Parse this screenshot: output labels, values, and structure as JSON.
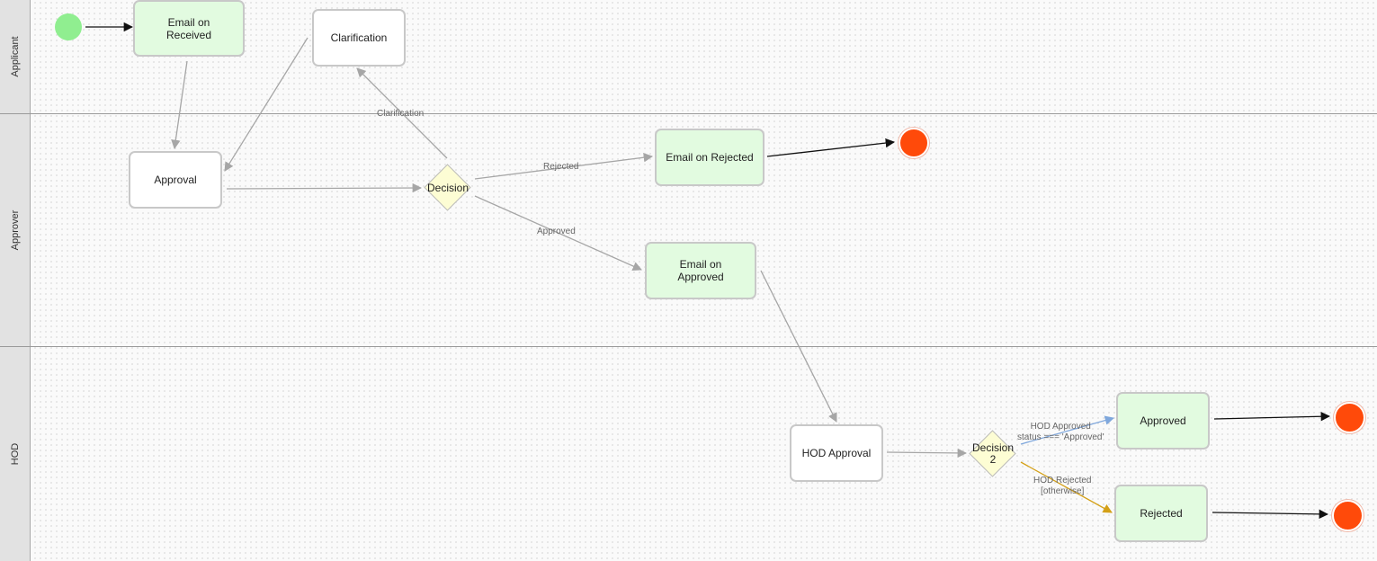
{
  "lanes": [
    {
      "id": "applicant",
      "label": "Applicant"
    },
    {
      "id": "approver",
      "label": "Approver"
    },
    {
      "id": "hod",
      "label": "HOD"
    }
  ],
  "nodes": {
    "email_received": "Email on\nReceived",
    "clarification": "Clarification",
    "approval": "Approval",
    "decision": "Decision",
    "email_rejected": "Email on Rejected",
    "email_approved": "Email on\nApproved",
    "hod_approval": "HOD Approval",
    "decision2": "Decision\n2",
    "approved": "Approved",
    "rejected": "Rejected"
  },
  "edge_labels": {
    "clarification": "Clarification",
    "rejected": "Rejected",
    "approved": "Approved",
    "hod_approved": "HOD Approved\nstatus === 'Approved'",
    "hod_rejected": "HOD Rejected\n[otherwise]"
  },
  "colors": {
    "start": "#90ee90",
    "end": "#ff4a0a",
    "email_fill": "#e2fbe0",
    "decision_fill": "#fdfdd4",
    "edge_gray": "#a6a6a6",
    "edge_black": "#111111",
    "edge_blue": "#7fa7dc",
    "edge_gold": "#d4a017"
  }
}
